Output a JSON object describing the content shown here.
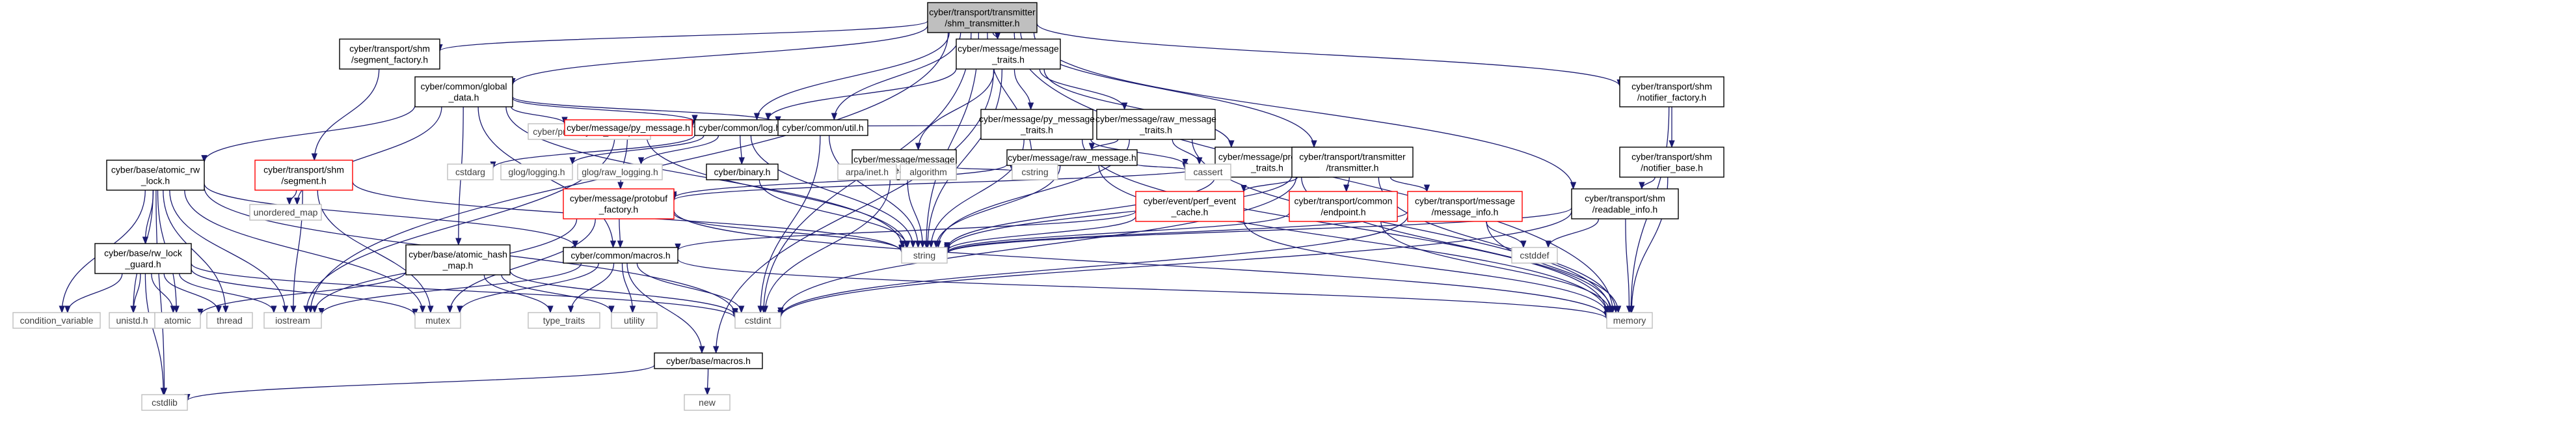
{
  "colors": {
    "edge": "#191970",
    "normal_border": "#000000",
    "missing_border": "#bfbfbf",
    "partial_border": "#ff0000",
    "root_fill": "#bfbfbf",
    "text_normal": "#000000",
    "text_missing": "#404040",
    "background": "#ffffff"
  },
  "nodes": [
    {
      "id": "shm_transmitter",
      "lines": [
        "cyber/transport/transmitter",
        "/shm_transmitter.h"
      ],
      "kind": "root"
    },
    {
      "id": "segment_factory",
      "lines": [
        "cyber/transport/shm",
        "/segment_factory.h"
      ],
      "kind": "normal"
    },
    {
      "id": "global_data",
      "lines": [
        "cyber/common/global",
        "_data.h"
      ],
      "kind": "normal"
    },
    {
      "id": "message_traits",
      "lines": [
        "cyber/message/message",
        "_traits.h"
      ],
      "kind": "normal"
    },
    {
      "id": "notifier_factory",
      "lines": [
        "cyber/transport/shm",
        "/notifier_factory.h"
      ],
      "kind": "normal"
    },
    {
      "id": "py_message_traits",
      "lines": [
        "cyber/message/py_message",
        "_traits.h"
      ],
      "kind": "normal"
    },
    {
      "id": "raw_message_traits",
      "lines": [
        "cyber/message/raw_message",
        "_traits.h"
      ],
      "kind": "normal"
    },
    {
      "id": "cyber_conf",
      "lines": [
        "cyber/proto/cyber_conf.pb.h"
      ],
      "kind": "missing"
    },
    {
      "id": "py_message",
      "lines": [
        "cyber/message/py_message.h"
      ],
      "kind": "partial"
    },
    {
      "id": "log",
      "lines": [
        "cyber/common/log.h"
      ],
      "kind": "normal"
    },
    {
      "id": "util",
      "lines": [
        "cyber/common/util.h"
      ],
      "kind": "normal"
    },
    {
      "id": "message_header",
      "lines": [
        "cyber/message/message",
        "_header.h"
      ],
      "kind": "normal"
    },
    {
      "id": "raw_message",
      "lines": [
        "cyber/message/raw_message.h"
      ],
      "kind": "normal"
    },
    {
      "id": "protobuf_traits",
      "lines": [
        "cyber/message/protobuf",
        "_traits.h"
      ],
      "kind": "normal"
    },
    {
      "id": "transmitter",
      "lines": [
        "cyber/transport/transmitter",
        "/transmitter.h"
      ],
      "kind": "normal"
    },
    {
      "id": "notifier_base",
      "lines": [
        "cyber/transport/shm",
        "/notifier_base.h"
      ],
      "kind": "normal"
    },
    {
      "id": "atomic_rw_lock",
      "lines": [
        "cyber/base/atomic_rw",
        "_lock.h"
      ],
      "kind": "normal"
    },
    {
      "id": "segment",
      "lines": [
        "cyber/transport/shm",
        "/segment.h"
      ],
      "kind": "partial"
    },
    {
      "id": "cstdarg",
      "lines": [
        "cstdarg"
      ],
      "kind": "missing"
    },
    {
      "id": "glog_logging",
      "lines": [
        "glog/logging.h"
      ],
      "kind": "missing"
    },
    {
      "id": "glog_raw_logging",
      "lines": [
        "glog/raw_logging.h"
      ],
      "kind": "missing"
    },
    {
      "id": "protobuf_factory",
      "lines": [
        "cyber/message/protobuf",
        "_factory.h"
      ],
      "kind": "partial"
    },
    {
      "id": "binary",
      "lines": [
        "cyber/binary.h"
      ],
      "kind": "normal"
    },
    {
      "id": "arpa_inet",
      "lines": [
        "arpa/inet.h"
      ],
      "kind": "missing"
    },
    {
      "id": "algorithm",
      "lines": [
        "algorithm"
      ],
      "kind": "missing"
    },
    {
      "id": "cstring",
      "lines": [
        "cstring"
      ],
      "kind": "missing"
    },
    {
      "id": "cassert",
      "lines": [
        "cassert"
      ],
      "kind": "missing"
    },
    {
      "id": "perf_event_cache",
      "lines": [
        "cyber/event/perf_event",
        "_cache.h"
      ],
      "kind": "partial"
    },
    {
      "id": "common_endpoint",
      "lines": [
        "cyber/transport/common",
        "/endpoint.h"
      ],
      "kind": "partial"
    },
    {
      "id": "message_info",
      "lines": [
        "cyber/transport/message",
        "/message_info.h"
      ],
      "kind": "partial"
    },
    {
      "id": "readable_info",
      "lines": [
        "cyber/transport/shm",
        "/readable_info.h"
      ],
      "kind": "normal"
    },
    {
      "id": "rw_lock_guard",
      "lines": [
        "cyber/base/rw_lock",
        "_guard.h"
      ],
      "kind": "normal"
    },
    {
      "id": "unordered_map",
      "lines": [
        "unordered_map"
      ],
      "kind": "missing"
    },
    {
      "id": "atomic_hash_map",
      "lines": [
        "cyber/base/atomic_hash",
        "_map.h"
      ],
      "kind": "normal"
    },
    {
      "id": "common_macros",
      "lines": [
        "cyber/common/macros.h"
      ],
      "kind": "normal"
    },
    {
      "id": "string",
      "lines": [
        "string"
      ],
      "kind": "missing"
    },
    {
      "id": "cstddef",
      "lines": [
        "cstddef"
      ],
      "kind": "missing"
    },
    {
      "id": "condition_variable",
      "lines": [
        "condition_variable"
      ],
      "kind": "missing"
    },
    {
      "id": "unistd",
      "lines": [
        "unistd.h"
      ],
      "kind": "missing"
    },
    {
      "id": "atomic",
      "lines": [
        "atomic"
      ],
      "kind": "missing"
    },
    {
      "id": "thread",
      "lines": [
        "thread"
      ],
      "kind": "missing"
    },
    {
      "id": "iostream",
      "lines": [
        "iostream"
      ],
      "kind": "missing"
    },
    {
      "id": "mutex",
      "lines": [
        "mutex"
      ],
      "kind": "missing"
    },
    {
      "id": "type_traits",
      "lines": [
        "type_traits"
      ],
      "kind": "missing"
    },
    {
      "id": "utility",
      "lines": [
        "utility"
      ],
      "kind": "missing"
    },
    {
      "id": "cstdint",
      "lines": [
        "cstdint"
      ],
      "kind": "missing"
    },
    {
      "id": "base_macros",
      "lines": [
        "cyber/base/macros.h"
      ],
      "kind": "normal"
    },
    {
      "id": "memory",
      "lines": [
        "memory"
      ],
      "kind": "missing"
    },
    {
      "id": "new",
      "lines": [
        "new"
      ],
      "kind": "missing"
    },
    {
      "id": "cstdlib",
      "lines": [
        "cstdlib"
      ],
      "kind": "missing"
    }
  ],
  "edges": [
    [
      "shm_transmitter",
      "segment_factory"
    ],
    [
      "shm_transmitter",
      "global_data"
    ],
    [
      "shm_transmitter",
      "message_traits"
    ],
    [
      "shm_transmitter",
      "notifier_factory"
    ],
    [
      "shm_transmitter",
      "log"
    ],
    [
      "shm_transmitter",
      "util"
    ],
    [
      "shm_transmitter",
      "cstring"
    ],
    [
      "shm_transmitter",
      "string"
    ],
    [
      "shm_transmitter",
      "transmitter"
    ],
    [
      "shm_transmitter",
      "readable_info"
    ],
    [
      "shm_transmitter",
      "memory"
    ],
    [
      "shm_transmitter",
      "cstdint"
    ],
    [
      "shm_transmitter",
      "iostream"
    ],
    [
      "segment_factory",
      "segment"
    ],
    [
      "global_data",
      "cyber_conf"
    ],
    [
      "global_data",
      "log"
    ],
    [
      "global_data",
      "util"
    ],
    [
      "global_data",
      "atomic_rw_lock"
    ],
    [
      "global_data",
      "atomic_hash_map"
    ],
    [
      "global_data",
      "unordered_map"
    ],
    [
      "global_data",
      "common_macros"
    ],
    [
      "global_data",
      "string"
    ],
    [
      "message_traits",
      "py_message_traits"
    ],
    [
      "message_traits",
      "raw_message_traits"
    ],
    [
      "message_traits",
      "protobuf_traits"
    ],
    [
      "message_traits",
      "message_header"
    ],
    [
      "message_traits",
      "log"
    ],
    [
      "message_traits",
      "string"
    ],
    [
      "message_traits",
      "base_macros"
    ],
    [
      "notifier_factory",
      "notifier_base"
    ],
    [
      "notifier_factory",
      "memory"
    ],
    [
      "py_message_traits",
      "py_message"
    ],
    [
      "py_message_traits",
      "string"
    ],
    [
      "py_message_traits",
      "cassert"
    ],
    [
      "py_message_traits",
      "memory"
    ],
    [
      "raw_message_traits",
      "raw_message"
    ],
    [
      "raw_message_traits",
      "cassert"
    ],
    [
      "raw_message_traits",
      "string"
    ],
    [
      "raw_message_traits",
      "memory"
    ],
    [
      "py_message",
      "protobuf_factory"
    ],
    [
      "py_message",
      "iostream"
    ],
    [
      "py_message",
      "string"
    ],
    [
      "log",
      "cstdarg"
    ],
    [
      "log",
      "glog_logging"
    ],
    [
      "log",
      "glog_raw_logging"
    ],
    [
      "log",
      "binary"
    ],
    [
      "log",
      "string"
    ],
    [
      "util",
      "string"
    ],
    [
      "util",
      "cstdint"
    ],
    [
      "message_header",
      "arpa_inet"
    ],
    [
      "message_header",
      "algorithm"
    ],
    [
      "message_header",
      "cstring"
    ],
    [
      "message_header",
      "string"
    ],
    [
      "message_header",
      "cstdint"
    ],
    [
      "raw_message",
      "cassert"
    ],
    [
      "raw_message",
      "cstring"
    ],
    [
      "raw_message",
      "string"
    ],
    [
      "raw_message",
      "memory"
    ],
    [
      "raw_message",
      "protobuf_factory"
    ],
    [
      "protobuf_traits",
      "cassert"
    ],
    [
      "protobuf_traits",
      "string"
    ],
    [
      "protobuf_traits",
      "memory"
    ],
    [
      "protobuf_traits",
      "protobuf_factory"
    ],
    [
      "transmitter",
      "common_endpoint"
    ],
    [
      "transmitter",
      "message_info"
    ],
    [
      "transmitter",
      "perf_event_cache"
    ],
    [
      "transmitter",
      "string"
    ],
    [
      "transmitter",
      "cstdint"
    ],
    [
      "transmitter",
      "memory"
    ],
    [
      "notifier_base",
      "readable_info"
    ],
    [
      "notifier_base",
      "memory"
    ],
    [
      "atomic_rw_lock",
      "rw_lock_guard"
    ],
    [
      "atomic_rw_lock",
      "condition_variable"
    ],
    [
      "atomic_rw_lock",
      "unistd"
    ],
    [
      "atomic_rw_lock",
      "atomic"
    ],
    [
      "atomic_rw_lock",
      "thread"
    ],
    [
      "atomic_rw_lock",
      "iostream"
    ],
    [
      "atomic_rw_lock",
      "mutex"
    ],
    [
      "atomic_rw_lock",
      "cstdint"
    ],
    [
      "atomic_rw_lock",
      "cstdlib"
    ],
    [
      "atomic_rw_lock",
      "common_macros"
    ],
    [
      "segment",
      "unordered_map"
    ],
    [
      "segment",
      "mutex"
    ],
    [
      "segment",
      "string"
    ],
    [
      "segment",
      "iostream"
    ],
    [
      "protobuf_factory",
      "common_macros"
    ],
    [
      "protobuf_factory",
      "iostream"
    ],
    [
      "protobuf_factory",
      "mutex"
    ],
    [
      "protobuf_factory",
      "string"
    ],
    [
      "protobuf_factory",
      "memory"
    ],
    [
      "binary",
      "string"
    ],
    [
      "perf_event_cache",
      "common_macros"
    ],
    [
      "perf_event_cache",
      "string"
    ],
    [
      "perf_event_cache",
      "memory"
    ],
    [
      "common_endpoint",
      "string"
    ],
    [
      "common_endpoint",
      "memory"
    ],
    [
      "message_info",
      "string"
    ],
    [
      "message_info",
      "cstddef"
    ],
    [
      "message_info",
      "memory"
    ],
    [
      "message_info",
      "cstdint"
    ],
    [
      "readable_info",
      "cstddef"
    ],
    [
      "readable_info",
      "cstdint"
    ],
    [
      "readable_info",
      "memory"
    ],
    [
      "readable_info",
      "string"
    ],
    [
      "rw_lock_guard",
      "condition_variable"
    ],
    [
      "rw_lock_guard",
      "unistd"
    ],
    [
      "rw_lock_guard",
      "atomic"
    ],
    [
      "rw_lock_guard",
      "thread"
    ],
    [
      "rw_lock_guard",
      "iostream"
    ],
    [
      "rw_lock_guard",
      "mutex"
    ],
    [
      "rw_lock_guard",
      "cstdint"
    ],
    [
      "rw_lock_guard",
      "cstdlib"
    ],
    [
      "atomic_hash_map",
      "type_traits"
    ],
    [
      "atomic_hash_map",
      "utility"
    ],
    [
      "atomic_hash_map",
      "atomic"
    ],
    [
      "atomic_hash_map",
      "cstdint"
    ],
    [
      "common_macros",
      "iostream"
    ],
    [
      "common_macros",
      "memory"
    ],
    [
      "common_macros",
      "mutex"
    ],
    [
      "common_macros",
      "type_traits"
    ],
    [
      "common_macros",
      "utility"
    ],
    [
      "common_macros",
      "base_macros"
    ],
    [
      "common_macros",
      "cstdint"
    ],
    [
      "base_macros",
      "new"
    ],
    [
      "base_macros",
      "cstdlib"
    ]
  ]
}
